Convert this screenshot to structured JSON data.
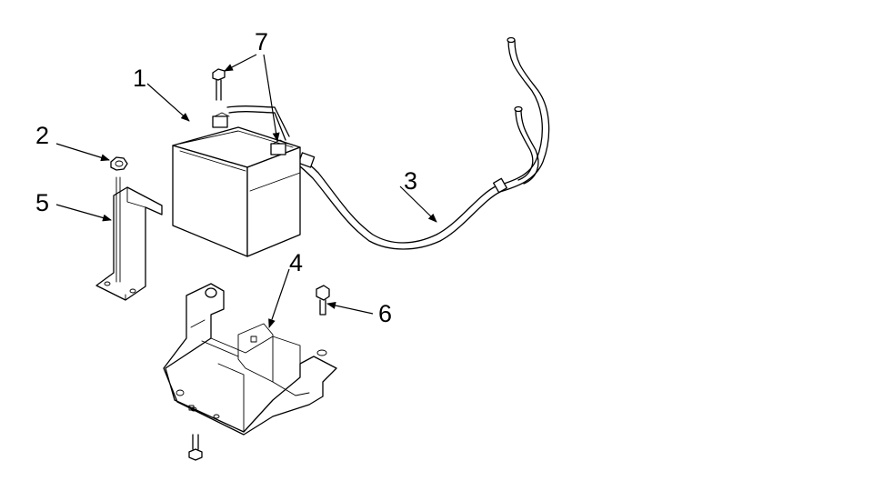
{
  "diagram": {
    "callouts": [
      {
        "id": "c1",
        "label": "1"
      },
      {
        "id": "c2",
        "label": "2"
      },
      {
        "id": "c3",
        "label": "3"
      },
      {
        "id": "c4",
        "label": "4"
      },
      {
        "id": "c5",
        "label": "5"
      },
      {
        "id": "c6",
        "label": "6"
      },
      {
        "id": "c7",
        "label": "7"
      }
    ],
    "colors": {
      "line": "#000000",
      "background": "#ffffff"
    }
  }
}
